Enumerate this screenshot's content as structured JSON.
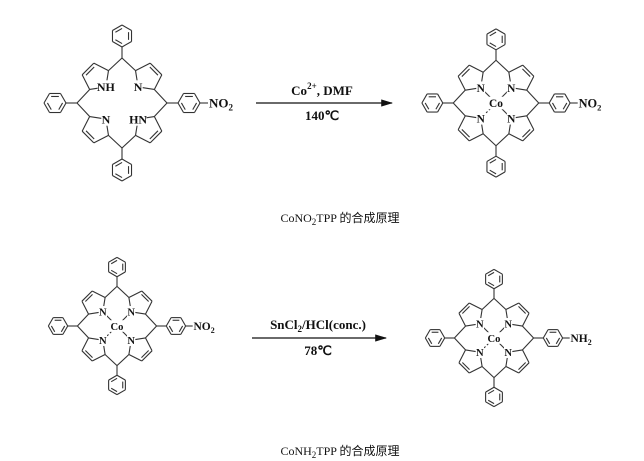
{
  "reactions": [
    {
      "reactant": {
        "inner_labels": [
          "NH",
          "N",
          "N",
          "HN"
        ],
        "metal": "",
        "substituent": "NO",
        "substituent_sub": "2"
      },
      "reagent_top": {
        "main": "Co",
        "sup": "2+",
        "rest": ", DMF"
      },
      "reagent_bottom": "140℃",
      "product": {
        "inner_labels": [
          "N",
          "N",
          "N",
          "N"
        ],
        "metal": "Co",
        "substituent": "NO",
        "substituent_sub": "2"
      },
      "caption": {
        "prefix": "CoNO",
        "sub": "2",
        "suffix": "TPP 的合成原理"
      }
    },
    {
      "reactant": {
        "inner_labels": [
          "N",
          "N",
          "N",
          "N"
        ],
        "metal": "Co",
        "substituent": "NO",
        "substituent_sub": "2"
      },
      "reagent_top": {
        "main": "SnCl",
        "sub": "2",
        "rest": "/HCl(conc.)"
      },
      "reagent_bottom": "78℃",
      "product": {
        "inner_labels": [
          "N",
          "N",
          "N",
          "N"
        ],
        "metal": "Co",
        "substituent": "NH",
        "substituent_sub": "2"
      },
      "caption": {
        "prefix": "CoNH",
        "sub": "2",
        "suffix": "TPP 的合成原理"
      }
    }
  ]
}
